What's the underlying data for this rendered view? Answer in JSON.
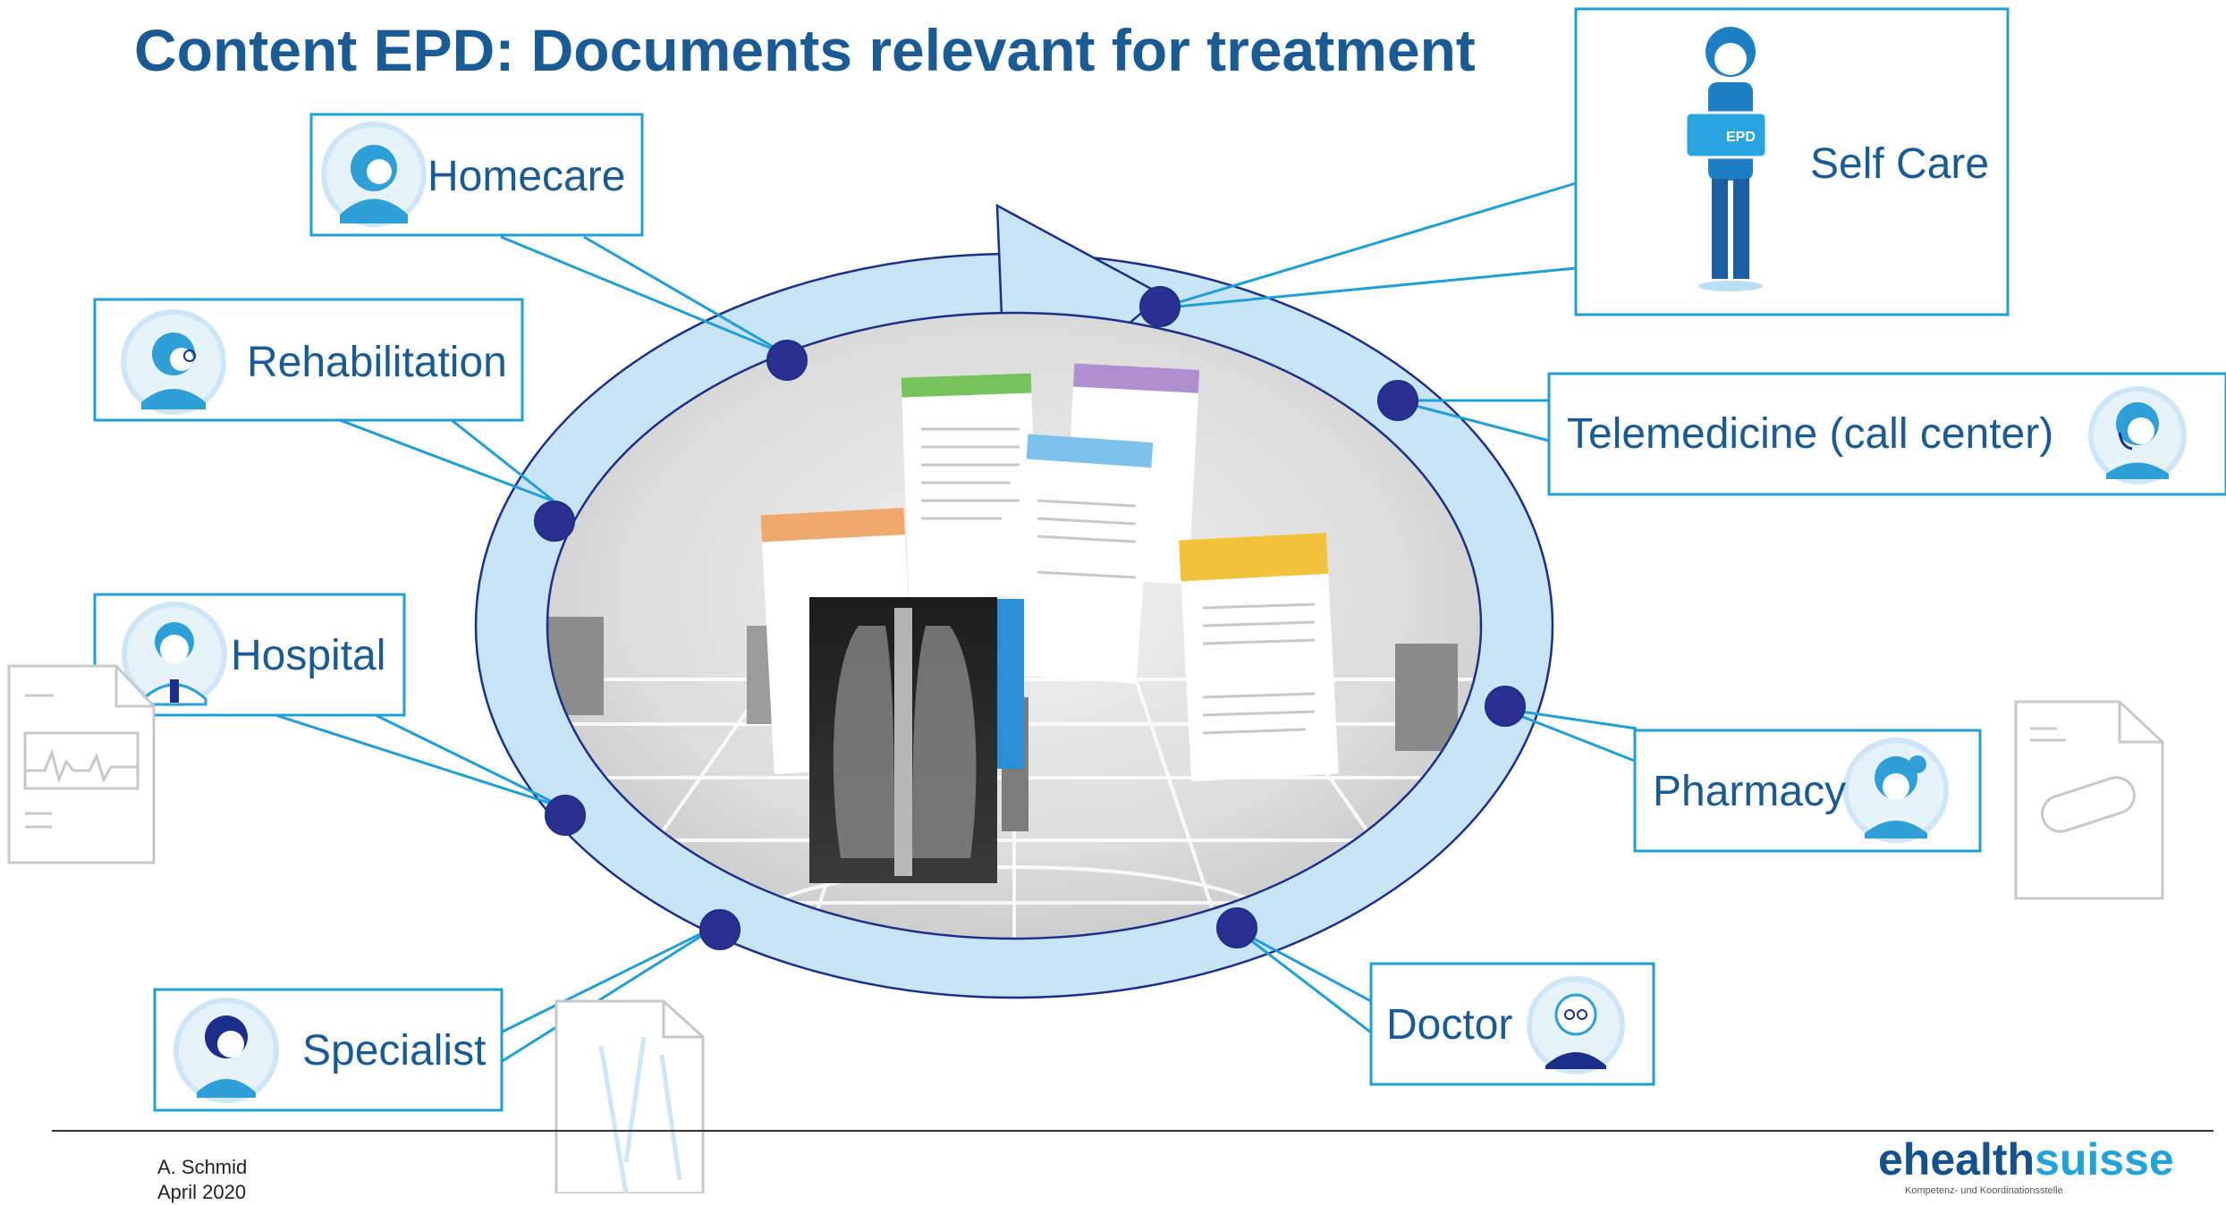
{
  "title": "Content EPD: Documents relevant for treatment",
  "nodes": [
    {
      "id": "homecare",
      "label": "Homecare",
      "icon": "nurse-avatar-icon"
    },
    {
      "id": "rehabilitation",
      "label": "Rehabilitation",
      "icon": "therapist-avatar-icon"
    },
    {
      "id": "hospital",
      "label": "Hospital",
      "icon": "physician-avatar-icon"
    },
    {
      "id": "specialist",
      "label": "Specialist",
      "icon": "specialist-avatar-icon"
    },
    {
      "id": "self_care",
      "label": "Self Care",
      "icon": "patient-figure-icon",
      "badge": "EPD"
    },
    {
      "id": "telemedicine",
      "label": "Telemedicine (call center)",
      "icon": "headset-avatar-icon"
    },
    {
      "id": "pharmacy",
      "label": "Pharmacy",
      "icon": "pharmacist-avatar-icon"
    },
    {
      "id": "doctor",
      "label": "Doctor",
      "icon": "doctor-avatar-icon"
    }
  ],
  "document_icons": [
    "ecg-document-icon",
    "pill-document-icon",
    "xray-document-icon"
  ],
  "footer": {
    "author": "A. Schmid",
    "date": "April 2020"
  },
  "logo": {
    "part1": "ehealth",
    "part2": "suisse",
    "tagline": "Kompetenz- und Koordinationsstelle"
  },
  "colors": {
    "title": "#1a5a95",
    "label": "#1a5a95",
    "box_border": "#1f9fd6",
    "connector": "#1f9fd6",
    "ring_fill": "#c9e4f6",
    "ring_stroke": "#1b2f8a",
    "node_dot": "#2b3090",
    "avatar": "#2f9fd8"
  }
}
